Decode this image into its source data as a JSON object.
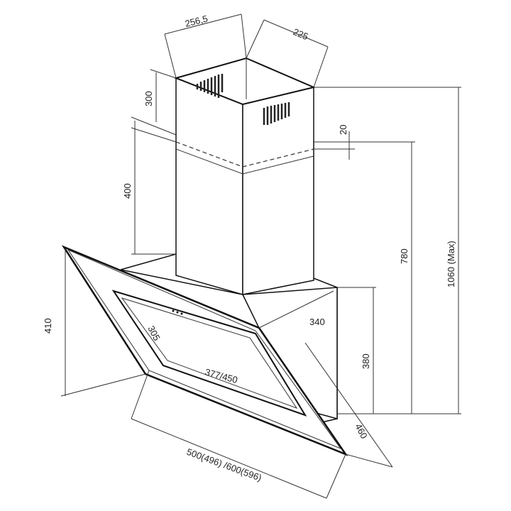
{
  "title": "Range hood dimension drawing",
  "dimensions": {
    "chimney_width": "256,5",
    "chimney_depth": "225",
    "upper_chimney_height": "300",
    "lower_chimney_height": "400",
    "overlap": "20",
    "height_780": "780",
    "max_height": "1060 (Max)",
    "panel_height": "410",
    "window_height": "305",
    "window_width": "377/450",
    "body_depth": "340",
    "body_height": "380",
    "panel_depth": "460",
    "overall_width": "500(496) /600(596)"
  }
}
